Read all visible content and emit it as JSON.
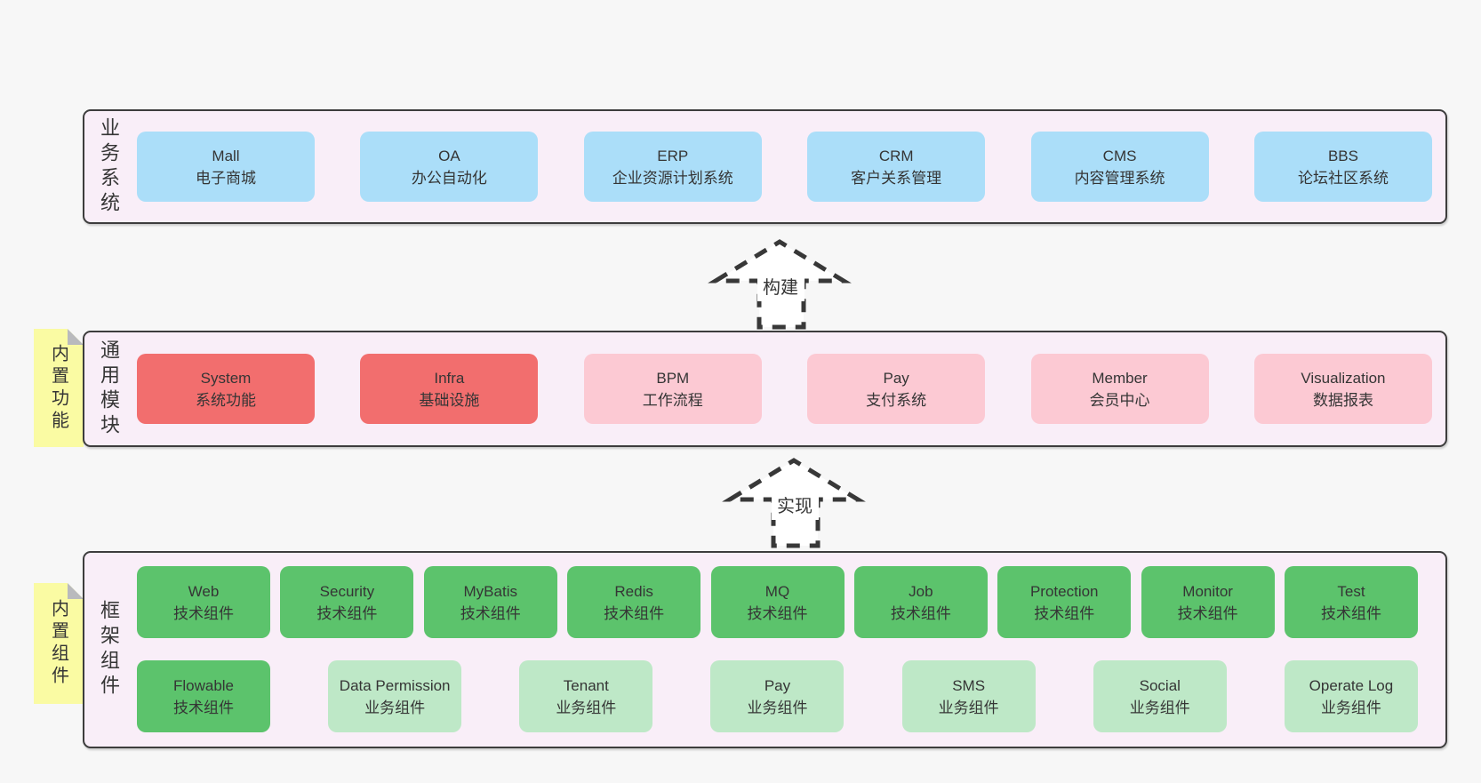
{
  "colors": {
    "page_bg": "#f7f7f7",
    "panel_bg": "#f9eef8",
    "panel_border": "#3d3d3d",
    "box_blue": "#abdef9",
    "box_red": "#f26e6e",
    "box_pink": "#fcc9d3",
    "box_green": "#5cc36c",
    "box_green_light": "#bee8c7",
    "sticky_yellow": "#fafba3",
    "sticky_fold": "#b9babd",
    "arrow_stroke": "#383838",
    "text": "#353535"
  },
  "panels": {
    "business": {
      "label": "业务系统",
      "boxes": [
        {
          "name": "Mall",
          "desc": "电子商城"
        },
        {
          "name": "OA",
          "desc": "办公自动化"
        },
        {
          "name": "ERP",
          "desc": "企业资源计划系统"
        },
        {
          "name": "CRM",
          "desc": "客户关系管理"
        },
        {
          "name": "CMS",
          "desc": "内容管理系统"
        },
        {
          "name": "BBS",
          "desc": "论坛社区系统"
        }
      ]
    },
    "modules": {
      "label": "通用模块",
      "sticky": "内置功能",
      "boxes": [
        {
          "name": "System",
          "desc": "系统功能",
          "style": "red"
        },
        {
          "name": "Infra",
          "desc": "基础设施",
          "style": "red"
        },
        {
          "name": "BPM",
          "desc": "工作流程",
          "style": "pink"
        },
        {
          "name": "Pay",
          "desc": "支付系统",
          "style": "pink"
        },
        {
          "name": "Member",
          "desc": "会员中心",
          "style": "pink"
        },
        {
          "name": "Visualization",
          "desc": "数据报表",
          "style": "pink"
        }
      ]
    },
    "components": {
      "label": "框架组件",
      "sticky": "内置组件",
      "boxes": [
        {
          "name": "Web",
          "desc": "技术组件",
          "style": "green"
        },
        {
          "name": "Security",
          "desc": "技术组件",
          "style": "green"
        },
        {
          "name": "MyBatis",
          "desc": "技术组件",
          "style": "green"
        },
        {
          "name": "Redis",
          "desc": "技术组件",
          "style": "green"
        },
        {
          "name": "MQ",
          "desc": "技术组件",
          "style": "green"
        },
        {
          "name": "Job",
          "desc": "技术组件",
          "style": "green"
        },
        {
          "name": "Protection",
          "desc": "技术组件",
          "style": "green"
        },
        {
          "name": "Monitor",
          "desc": "技术组件",
          "style": "green"
        },
        {
          "name": "Test",
          "desc": "技术组件",
          "style": "green"
        },
        {
          "name": "Flowable",
          "desc": "技术组件",
          "style": "green"
        },
        {
          "name": "Data Permission",
          "desc": "业务组件",
          "style": "green-light"
        },
        {
          "name": "Tenant",
          "desc": "业务组件",
          "style": "green-light"
        },
        {
          "name": "Pay",
          "desc": "业务组件",
          "style": "green-light"
        },
        {
          "name": "SMS",
          "desc": "业务组件",
          "style": "green-light"
        },
        {
          "name": "Social",
          "desc": "业务组件",
          "style": "green-light"
        },
        {
          "name": "Operate Log",
          "desc": "业务组件",
          "style": "green-light"
        }
      ]
    }
  },
  "arrows": {
    "build": "构建",
    "implement": "实现"
  }
}
